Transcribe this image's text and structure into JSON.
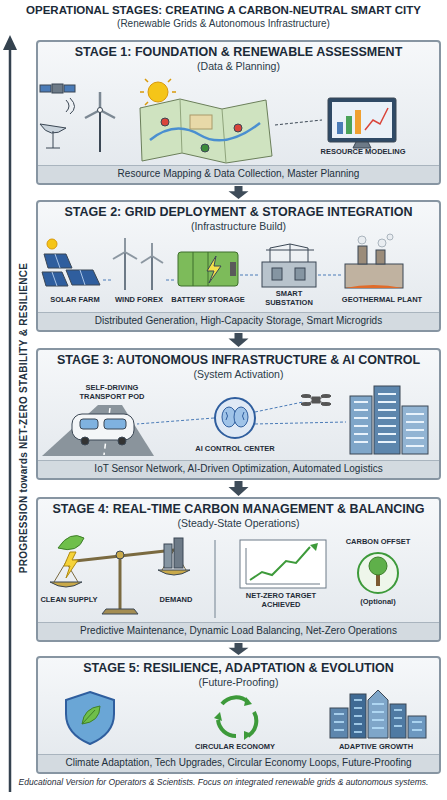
{
  "diagram": {
    "title": "OPERATIONAL STAGES: CREATING A CARBON-NEUTRAL SMART CITY",
    "caption": "Educational Version for Operators & Scientists. Focus on integrated renewable grids & autonomous systems.",
    "nodes": [
      {
        "text": [
          "STAGE 1: FOUNDATION & RENEWABLE ASSESSMENT",
          "(Data & Planning)",
          "Resource Mapping & Data Collection, Master Planning"
        ]
      },
      {
        "text": [
          "STAGE 2: GRID DEPLOYMENT & STORAGE INTEGRATION",
          "(Infrastructure Build)",
          "Distributed Generation, High-Capacity Storage, Smart Microgrids"
        ]
      },
      {
        "text": [
          "STAGE 3: AUTONOMOUS INFRASTRUCTURE & AI CONTROL",
          "(System Activation)",
          "IoT Sensor Network, AI-Driven Optimization, Automated Logistics"
        ]
      },
      {
        "text": [
          "STAGE 4: REAL-TIME CARBON MANAGEMENT & BALANCING",
          "(Steady-State Operations)",
          "Predictive Maintenance, Dynamic Load Balancing, Net-Zero Operations"
        ]
      },
      {
        "text": [
          "STAGE 5: RESILIENCE, ADAPTATION & EVOLUTION",
          "(Future-Proofing)",
          "Climate Adaptation, Tech Upgrades, Circular Economy Loops, Future-Proofing"
        ]
      }
    ],
    "edges": [
      {
        "from": 0,
        "to": 1,
        "arrow": "to"
      },
      {
        "from": 1,
        "to": 2,
        "arrow": "to"
      },
      {
        "from": 2,
        "to": 3,
        "arrow": "to"
      },
      {
        "from": 3,
        "to": 4,
        "arrow": "to"
      }
    ],
    "labels": [
      "(Renewable Grids & Autonomous Infrastructure)",
      "PROGRESSION towards NET-ZERO STABILITY & RESILIENCE",
      "RESOURCE MODELING",
      "SOLAR FARM",
      "WIND FOREX",
      "BATTERY STORAGE",
      "SMART SUBSTATION",
      "GEOTHERMAL PLANT",
      "SELF-DRIVING TRANSPORT POD",
      "AI CONTROL CENTER",
      "CLEAN SUPPLY",
      "DEMAND",
      "NET-ZERO TARGET ACHIEVED",
      "CARBON OFFSET",
      "(Optional)",
      "CIRCULAR ECONOMY",
      "ADAPTIVE GROWTH"
    ]
  }
}
